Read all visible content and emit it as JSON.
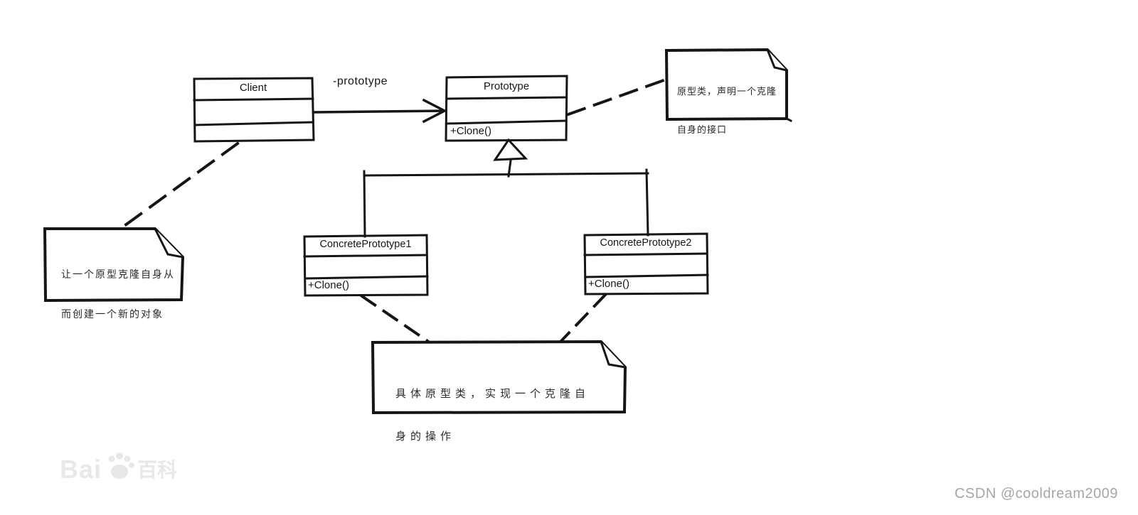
{
  "edge_label": "-prototype",
  "classes": {
    "client": {
      "name": "Client"
    },
    "prototype": {
      "name": "Prototype",
      "operation": "+Clone()"
    },
    "concrete1": {
      "name": "ConcretePrototype1",
      "operation": "+Clone()"
    },
    "concrete2": {
      "name": "ConcretePrototype2",
      "operation": "+Clone()"
    }
  },
  "notes": {
    "prototype_note": {
      "line1": "原型类，声明一个克隆",
      "line2": "自身的接口"
    },
    "client_note": {
      "line1": "让一个原型克隆自身从",
      "line2": "而创建一个新的对象"
    },
    "concrete_note": {
      "line1": "具体原型类，实现一个克隆自",
      "line2": "身的操作"
    }
  },
  "watermarks": {
    "baidu_latin": "Bai",
    "baidu_cn": "百科",
    "csdn": "CSDN @cooldream2009"
  }
}
